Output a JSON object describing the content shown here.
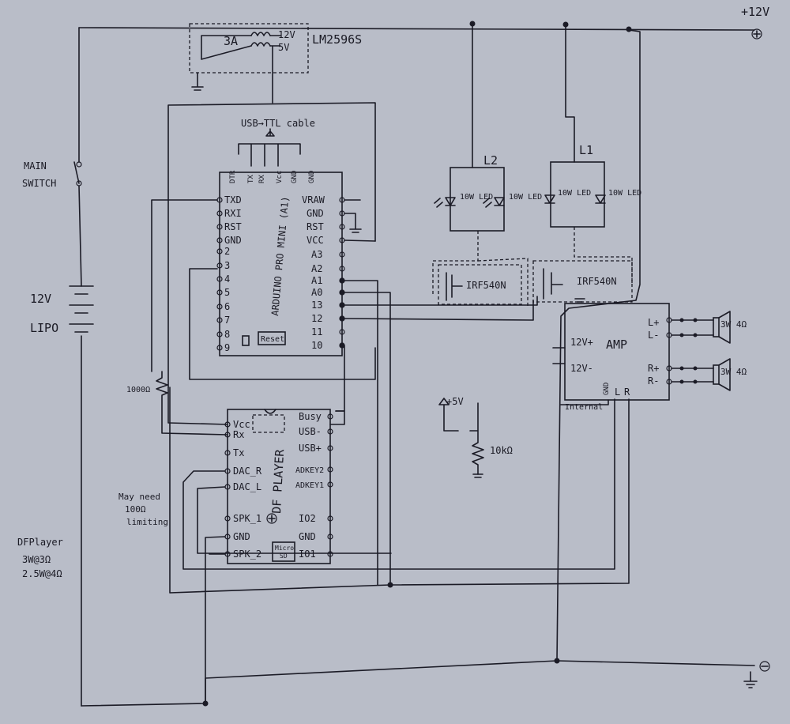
{
  "diagram": {
    "power": {
      "plus_label": "+12V",
      "regulator": "LM2596S",
      "reg_current": "3A",
      "reg_in": "12V",
      "reg_out": "5V",
      "main_switch": [
        "MAIN",
        "SWITCH"
      ],
      "battery": [
        "12V",
        "LIPO"
      ]
    },
    "usb_cable": "USB→TTL cable",
    "arduino": {
      "title": "ARDUINO PRO MINI (A1)",
      "top_pins": [
        "DTR",
        "TX",
        "RX",
        "Vcc",
        "GND",
        "GND"
      ],
      "left_pins": [
        "TXD",
        "RXI",
        "RST",
        "GND",
        "2",
        "3",
        "4",
        "5",
        "6",
        "7",
        "8",
        "9"
      ],
      "right_pins": [
        "VRAW",
        "GND",
        "RST",
        "VCC",
        "A3",
        "A2",
        "A1",
        "A0",
        "13",
        "12",
        "11",
        "10"
      ],
      "reset": "Reset"
    },
    "dfplayer": {
      "title": "DF PLAYER",
      "left_pins": [
        "Vcc",
        "Rx",
        "Tx",
        "DAC_R",
        "DAC_L",
        "SPK_1",
        "GND",
        "SPK_2"
      ],
      "right_pins": [
        "Busy",
        "USB-",
        "USB+",
        "ADKEY2",
        "ADKEY1",
        "IO2",
        "GND",
        "IO1"
      ],
      "micro_sd": [
        "Micro",
        "SD"
      ],
      "note": [
        "DFPlayer",
        "3W@3Ω",
        "2.5W@4Ω"
      ],
      "dac_note": [
        "May need",
        "100Ω",
        "limiting"
      ]
    },
    "resistors": {
      "r_series": "1000Ω",
      "r_pulldown": "10kΩ",
      "pull_supply": "+5V"
    },
    "led_groups": [
      {
        "name": "L2",
        "leds": [
          "10W LED",
          "10W LED"
        ]
      },
      {
        "name": "L1",
        "leds": [
          "10W LED",
          "10W LED"
        ]
      }
    ],
    "mosfets": [
      "IRF540N",
      "IRF540N"
    ],
    "amp": {
      "title": "AMP",
      "left_pins": [
        "12V+",
        "12V-"
      ],
      "right_pins": [
        "L+",
        "L-",
        "R+",
        "R-"
      ],
      "bottom_pins": [
        "GND",
        "L",
        "R"
      ],
      "internal": "Internal",
      "speakers": [
        "3W 4Ω",
        "3W 4Ω"
      ]
    }
  }
}
